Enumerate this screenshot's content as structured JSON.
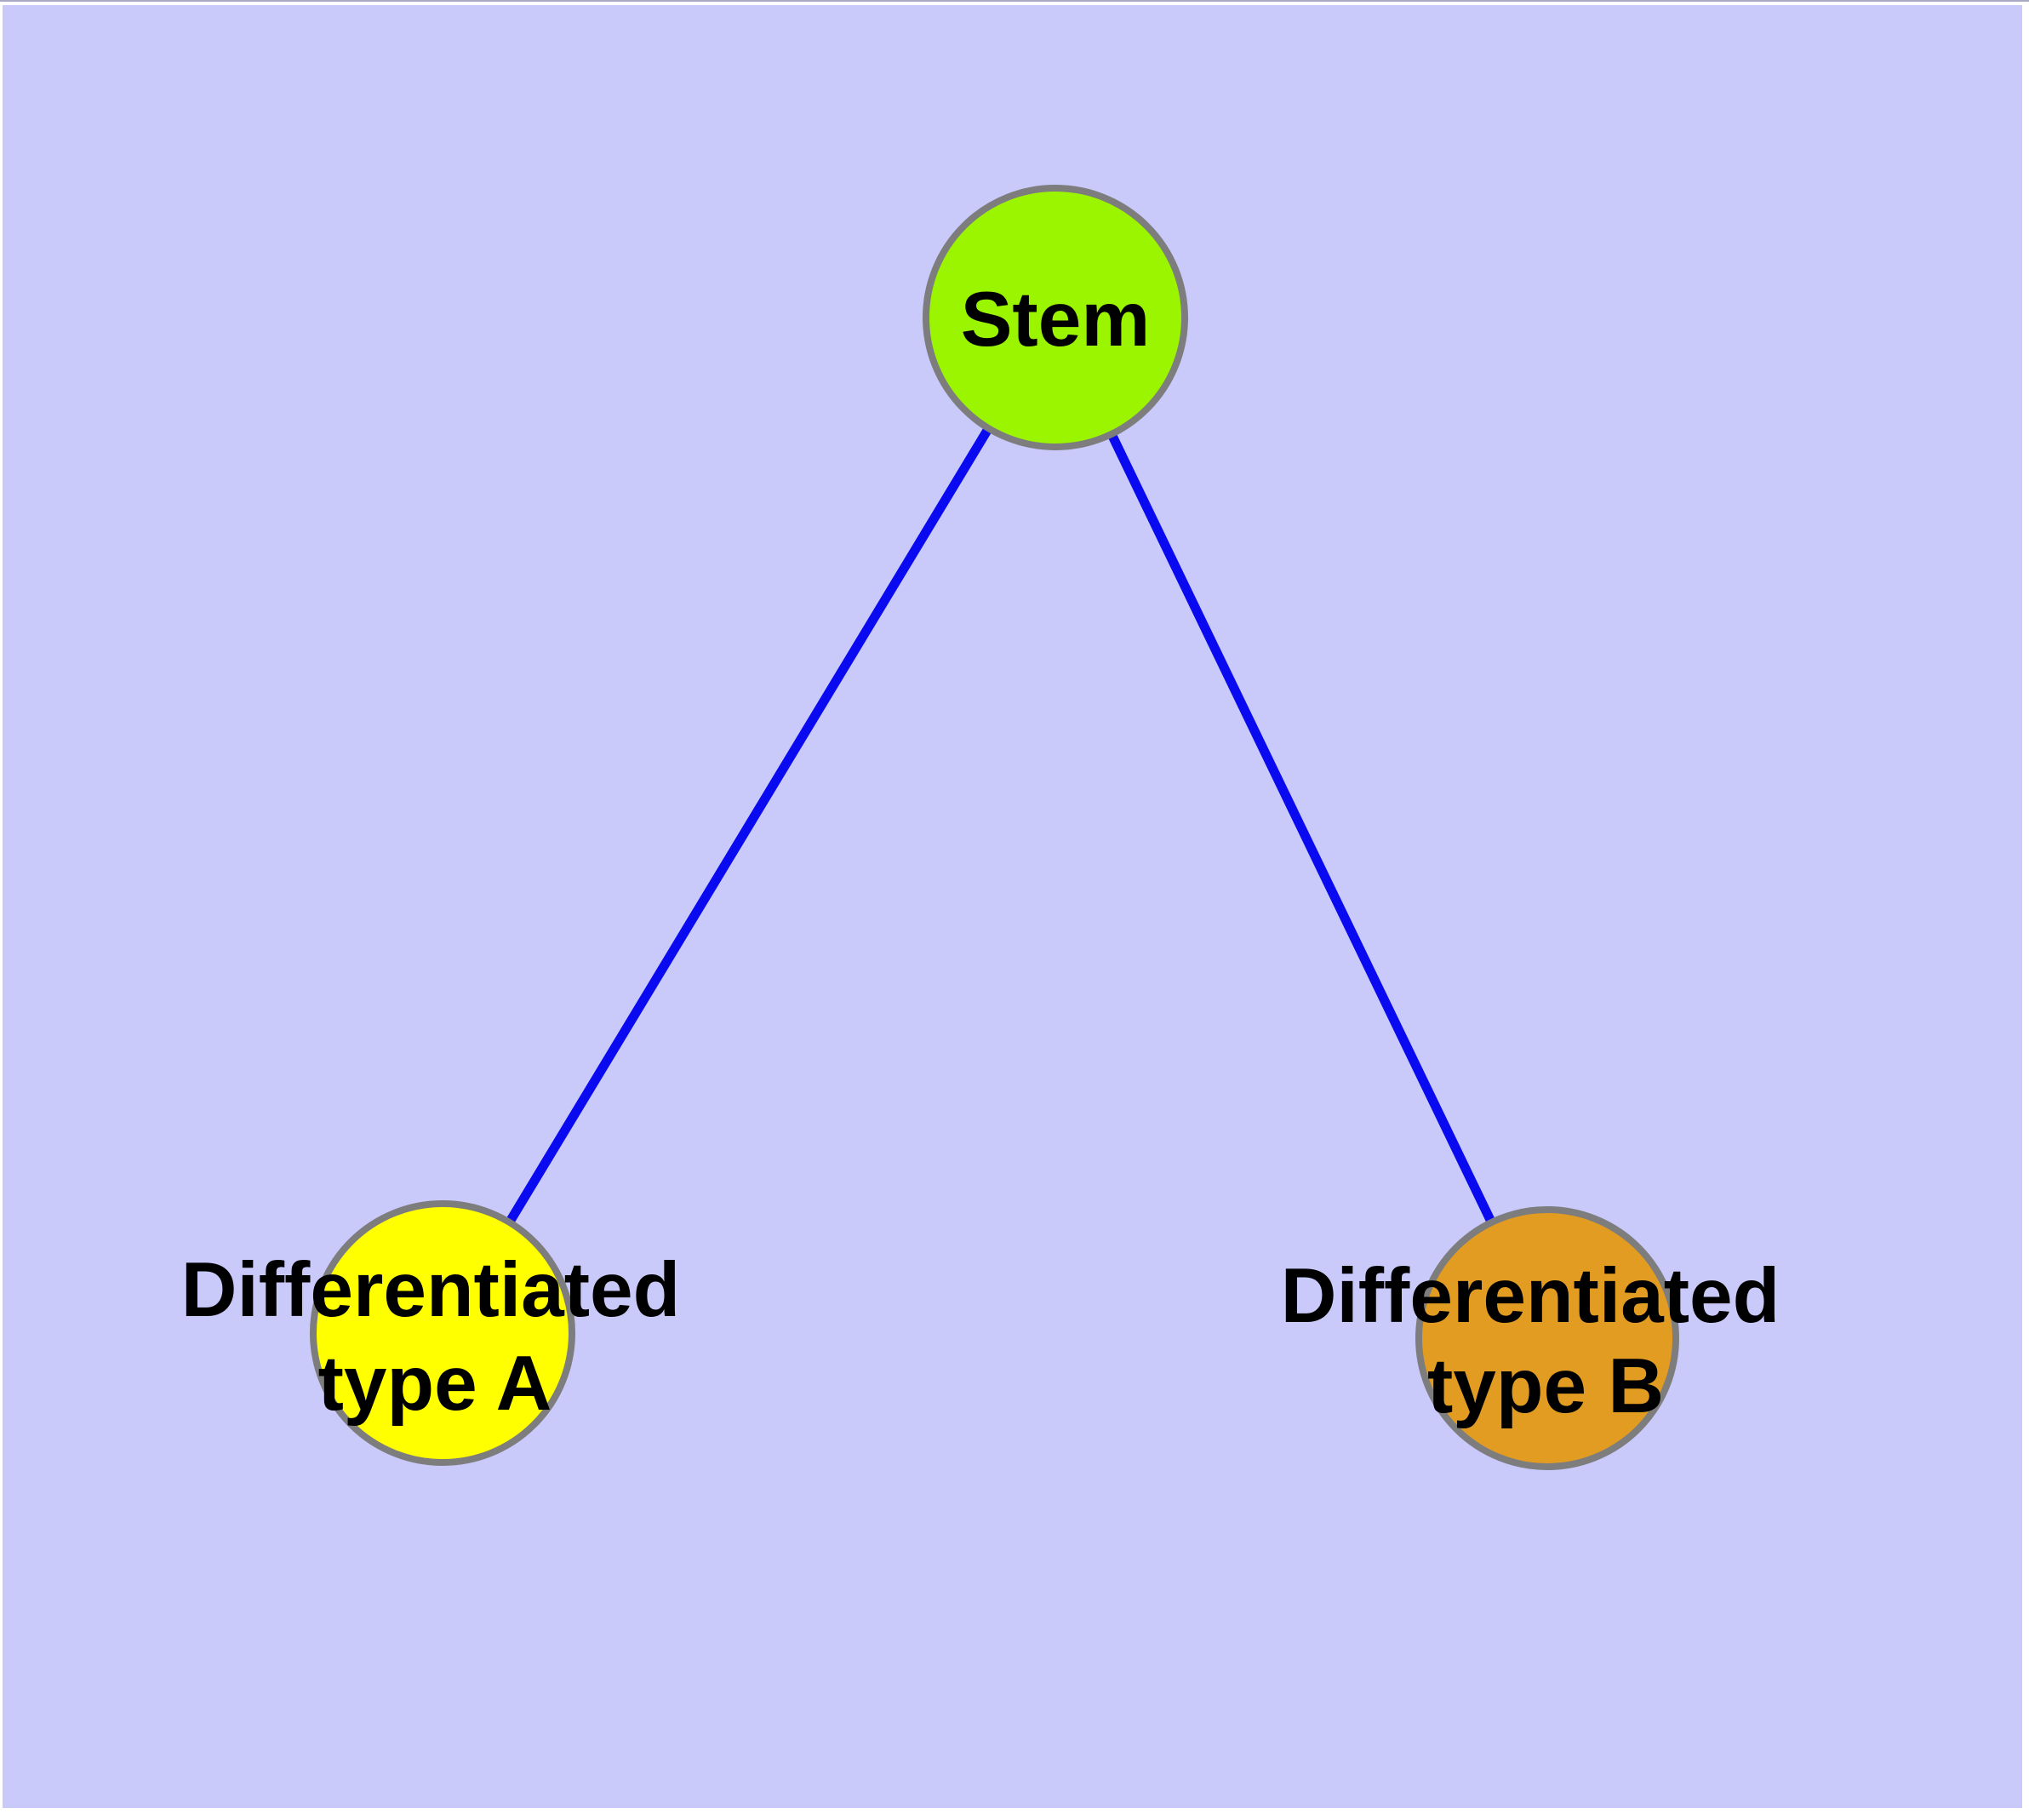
{
  "window": {
    "frame_color": "#ffffff",
    "top_edge_color": "#a9a9c4"
  },
  "diagram": {
    "background_color": "#c9c9fa",
    "edge_color": "#0a0af0",
    "node_border_color": "#7d7d7d",
    "label_color": "#000000",
    "nodes": {
      "stem": {
        "label": "Stem",
        "fill": "#9bf500"
      },
      "type_a": {
        "label_line1": "Differentiated",
        "label_line2": "type A",
        "fill": "#ffff00"
      },
      "type_b": {
        "label_line1": "Differentiated",
        "label_line2": "type B",
        "fill": "#e39c22"
      }
    },
    "edges": [
      {
        "from": "Stem",
        "to": "Differentiated type A"
      },
      {
        "from": "Stem",
        "to": "Differentiated type B"
      }
    ]
  }
}
